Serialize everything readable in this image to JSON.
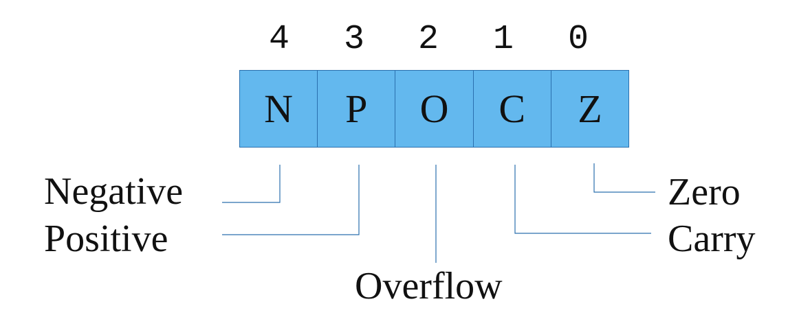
{
  "diagram": {
    "bit_indices": [
      "4",
      "3",
      "2",
      "1",
      "0"
    ],
    "flags": [
      "N",
      "P",
      "O",
      "C",
      "Z"
    ],
    "labels": {
      "negative": "Negative",
      "positive": "Positive",
      "overflow": "Overflow",
      "carry": "Carry",
      "zero": "Zero"
    },
    "colors": {
      "cell_fill": "#63b8ee",
      "cell_border": "#2a6fae",
      "leader_line": "#2a6fae"
    }
  }
}
